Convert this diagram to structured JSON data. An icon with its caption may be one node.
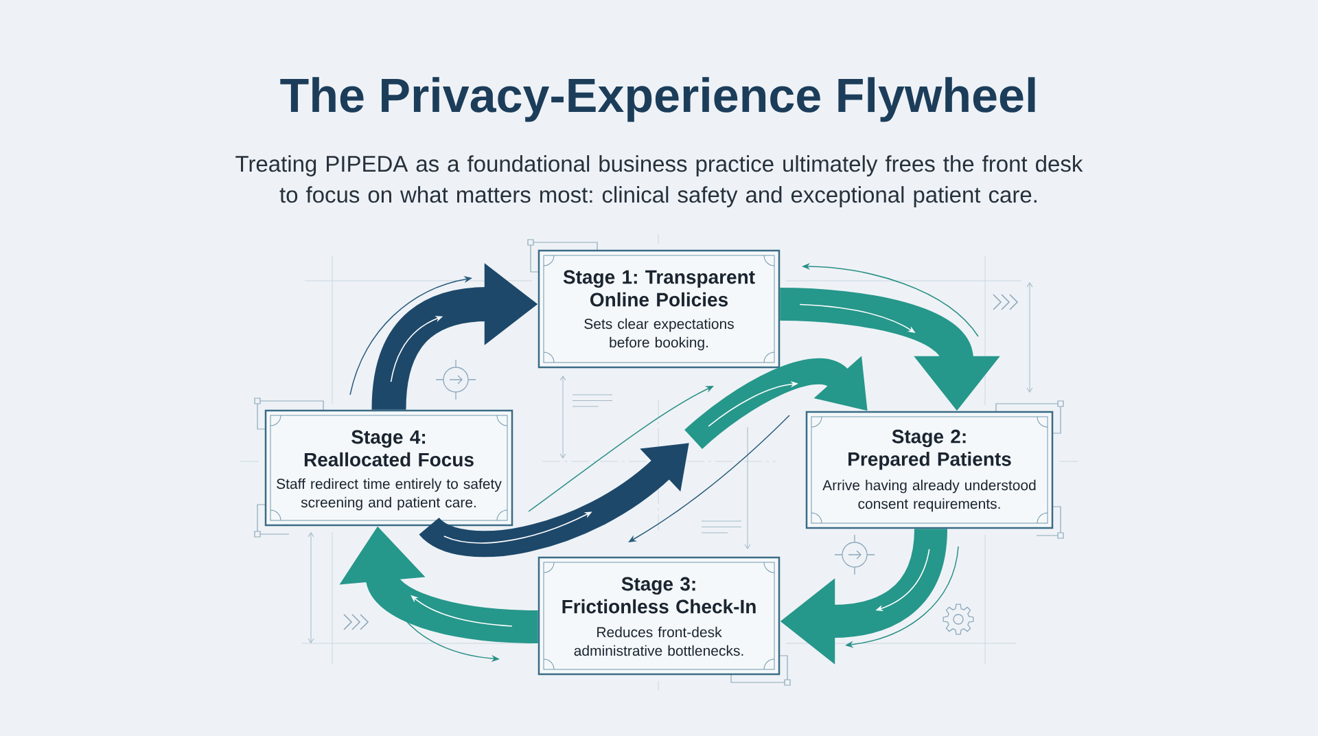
{
  "diagram": {
    "title": "The Privacy-Experience Flywheel",
    "caption": "Treating PIPEDA as a foundational business practice ultimately frees the front desk to focus on what matters most: clinical safety and exceptional patient care.",
    "nodes": [
      {
        "text": [
          "Stage 1: Transparent Online Policies",
          "Sets clear expectations before booking."
        ]
      },
      {
        "text": [
          "Stage 2: Prepared Patients",
          "Arrive having already understood consent requirements."
        ]
      },
      {
        "text": [
          "Stage 3: Frictionless Check-In",
          "Reduces front-desk administrative bottlenecks."
        ]
      },
      {
        "text": [
          "Stage 4: Reallocated Focus",
          "Staff redirect time entirely to safety screening and patient care."
        ]
      }
    ],
    "edges": [
      {
        "from": 0,
        "to": 1,
        "arrow": "to"
      },
      {
        "from": 1,
        "to": 2,
        "arrow": "to"
      },
      {
        "from": 2,
        "to": 3,
        "arrow": "to"
      },
      {
        "from": 3,
        "to": 0,
        "arrow": "to",
        "color": "#1d486a"
      },
      {
        "from": 3,
        "to": null,
        "arrow": "to",
        "color": "#1d486a"
      },
      {
        "from": null,
        "to": 1,
        "arrow": "to"
      }
    ]
  }
}
